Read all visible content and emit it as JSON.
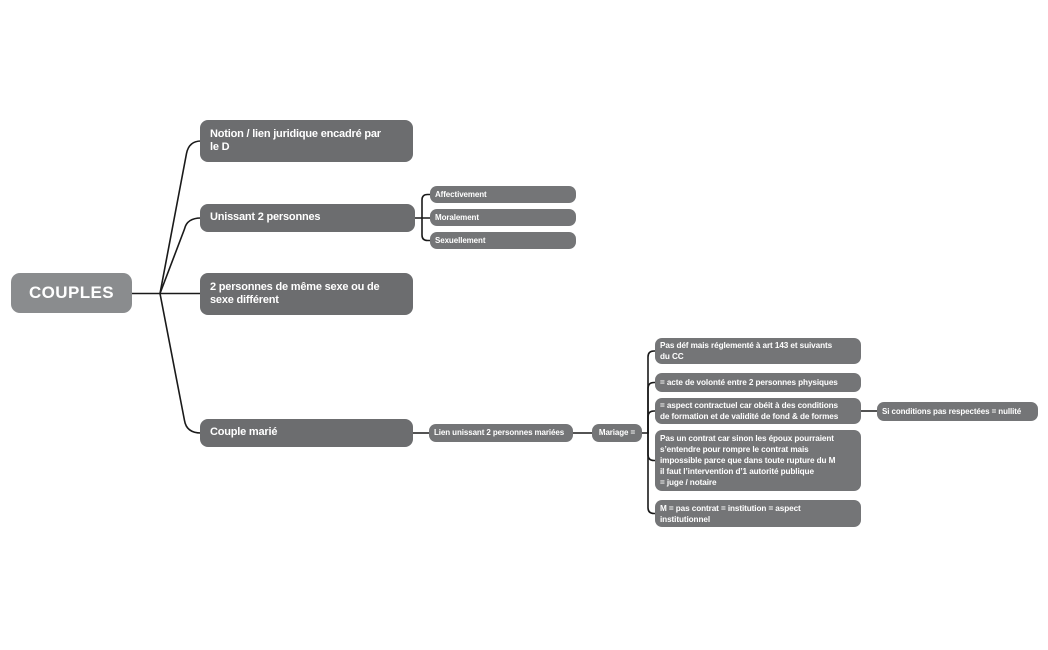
{
  "colors": {
    "canvas_bg": "#ffffff",
    "root_bg": "#8a8c8e",
    "branch_bg": "#6c6d6f",
    "leaf_bg": "#747577",
    "text": "#ffffff",
    "line": "#1a1a1a"
  },
  "mindmap": {
    "root": {
      "label": "COUPLES"
    },
    "branches": [
      {
        "label": "Notion / lien juridique encadré par\nle D"
      },
      {
        "label": "Unissant 2 personnes",
        "children": [
          {
            "label": "Affectivement"
          },
          {
            "label": "Moralement"
          },
          {
            "label": "Sexuellement"
          }
        ]
      },
      {
        "label": "2 personnes de même sexe ou de\nsexe différent"
      },
      {
        "label": "Couple marié",
        "children": [
          {
            "label": "Lien unissant 2 personnes mariées",
            "children": [
              {
                "label": "Mariage =",
                "children": [
                  {
                    "label": "Pas déf mais réglementé à art 143 et suivants\ndu CC"
                  },
                  {
                    "label": "= acte de volonté entre 2 personnes physiques"
                  },
                  {
                    "label": "= aspect contractuel car obéit à des conditions\nde formation et de validité de fond & de formes",
                    "children": [
                      {
                        "label": "Si conditions pas respectées = nullité"
                      }
                    ]
                  },
                  {
                    "label": "Pas un contrat car sinon les époux pourraient\ns’entendre pour rompre le contrat mais\nimpossible parce que dans toute rupture du M\nil faut l’intervention d’1 autorité publique\n= juge / notaire"
                  },
                  {
                    "label": "M = pas contrat = institution = aspect\ninstitutionnel"
                  }
                ]
              }
            ]
          }
        ]
      }
    ]
  }
}
